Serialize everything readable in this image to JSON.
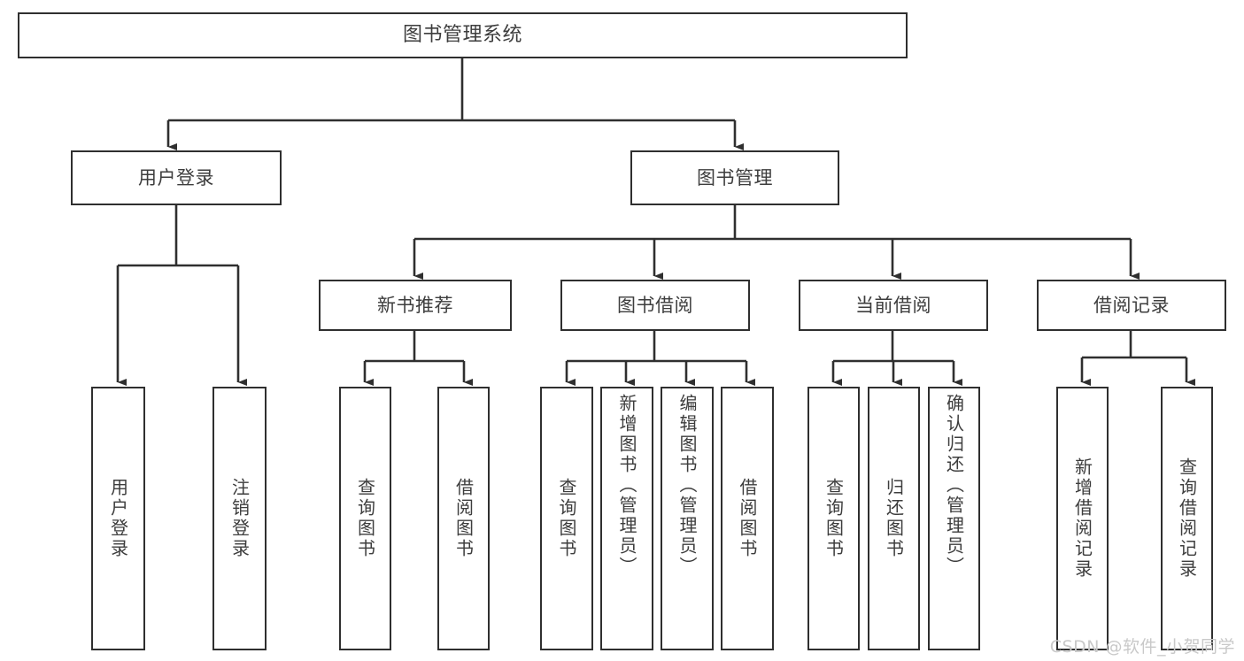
{
  "diagram": {
    "title": "图书管理系统",
    "type": "tree-hierarchy",
    "orientation": "top-down",
    "colors": {
      "box_border": "#2f2f2f",
      "box_fill": "#ffffff",
      "edge": "#2f2f2f",
      "text": "#3d3d3d",
      "watermark": "#c9c9c9"
    },
    "nodes": {
      "root": {
        "label": "图书管理系统",
        "level": 1
      },
      "l2": [
        {
          "id": "user_login",
          "label": "用户登录",
          "level": 2
        },
        {
          "id": "book_manage",
          "label": "图书管理",
          "level": 2
        }
      ],
      "l3": [
        {
          "id": "new_book_rec",
          "label": "新书推荐",
          "level": 3,
          "parent": "book_manage"
        },
        {
          "id": "book_borrow",
          "label": "图书借阅",
          "level": 3,
          "parent": "book_manage"
        },
        {
          "id": "current_borrow",
          "label": "当前借阅",
          "level": 3,
          "parent": "book_manage"
        },
        {
          "id": "borrow_record",
          "label": "借阅记录",
          "level": 3,
          "parent": "book_manage"
        }
      ],
      "leaves": [
        {
          "id": "leaf_user_login",
          "label": "用户登录",
          "parent": "user_login"
        },
        {
          "id": "leaf_logout",
          "label": "注销登录",
          "parent": "user_login"
        },
        {
          "id": "leaf_query_book_1",
          "label": "查询图书",
          "parent": "new_book_rec"
        },
        {
          "id": "leaf_borrow_book_1",
          "label": "借阅图书",
          "parent": "new_book_rec"
        },
        {
          "id": "leaf_query_book_2",
          "label": "查询图书",
          "parent": "book_borrow"
        },
        {
          "id": "leaf_add_book",
          "label": "新增图书（管理员）",
          "parent": "book_borrow"
        },
        {
          "id": "leaf_edit_book",
          "label": "编辑图书（管理员）",
          "parent": "book_borrow"
        },
        {
          "id": "leaf_borrow_book_2",
          "label": "借阅图书",
          "parent": "book_borrow"
        },
        {
          "id": "leaf_query_book_3",
          "label": "查询图书",
          "parent": "current_borrow"
        },
        {
          "id": "leaf_return_book",
          "label": "归还图书",
          "parent": "current_borrow"
        },
        {
          "id": "leaf_confirm_return",
          "label": "确认归还（管理员）",
          "parent": "current_borrow"
        },
        {
          "id": "leaf_add_record",
          "label": "新增借阅记录",
          "parent": "borrow_record"
        },
        {
          "id": "leaf_query_record",
          "label": "查询借阅记录",
          "parent": "borrow_record"
        }
      ]
    },
    "watermark": "CSDN @软件_小贺同学"
  }
}
